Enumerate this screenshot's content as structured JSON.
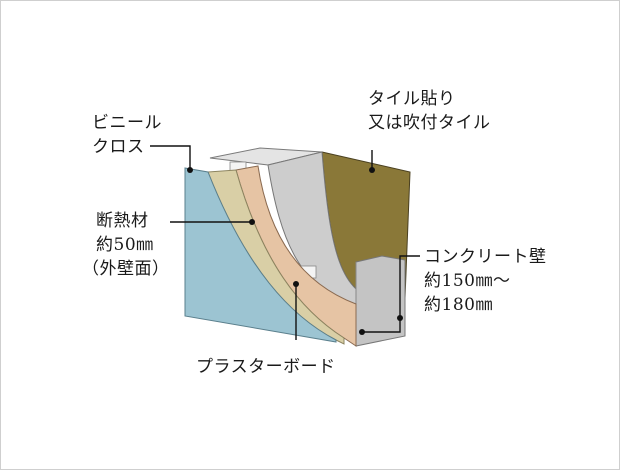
{
  "labels": {
    "vinyl_cloth": [
      "ビニール",
      "クロス"
    ],
    "insulation": [
      "断熱材",
      "約50㎜",
      "（外壁面）"
    ],
    "tile": [
      "タイル貼り",
      "又は吹付タイル"
    ],
    "concrete": [
      "コンクリート壁",
      "約150㎜〜",
      "約180㎜"
    ],
    "plaster": "プラスターボード"
  },
  "colors": {
    "vinyl_cloth": "#9cc4d2",
    "insulation": "#d9cfa6",
    "plaster": "#e6c4a4",
    "concrete": "#cfcfcf",
    "tile": "#8a7838"
  }
}
